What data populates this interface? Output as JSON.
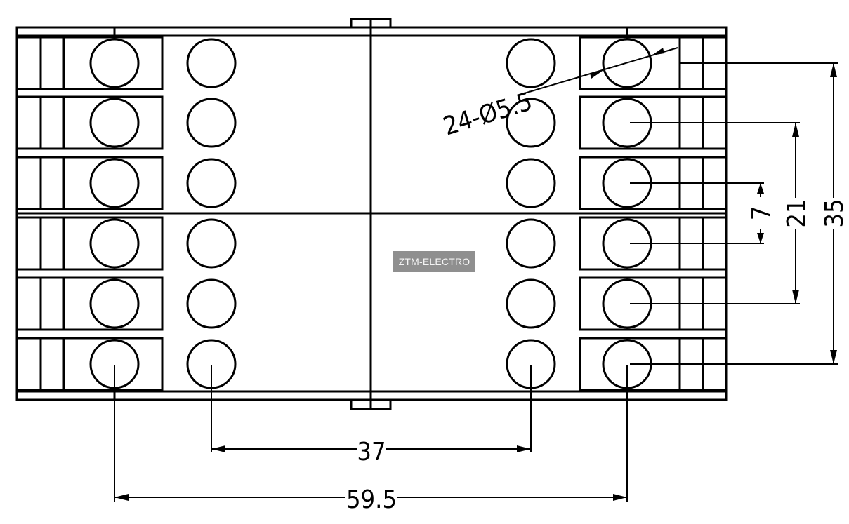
{
  "drawing": {
    "watermark": "ZTM-ELECTRO",
    "hole_callout": "24-Ø5.5",
    "dimensions": {
      "inner_pitch_span": "37",
      "outer_pitch_span": "59.5",
      "row_spacing_small": "7",
      "row_spacing_medium": "21",
      "row_spacing_large": "35"
    },
    "terminal_rows": 6,
    "hole_columns": 4
  }
}
